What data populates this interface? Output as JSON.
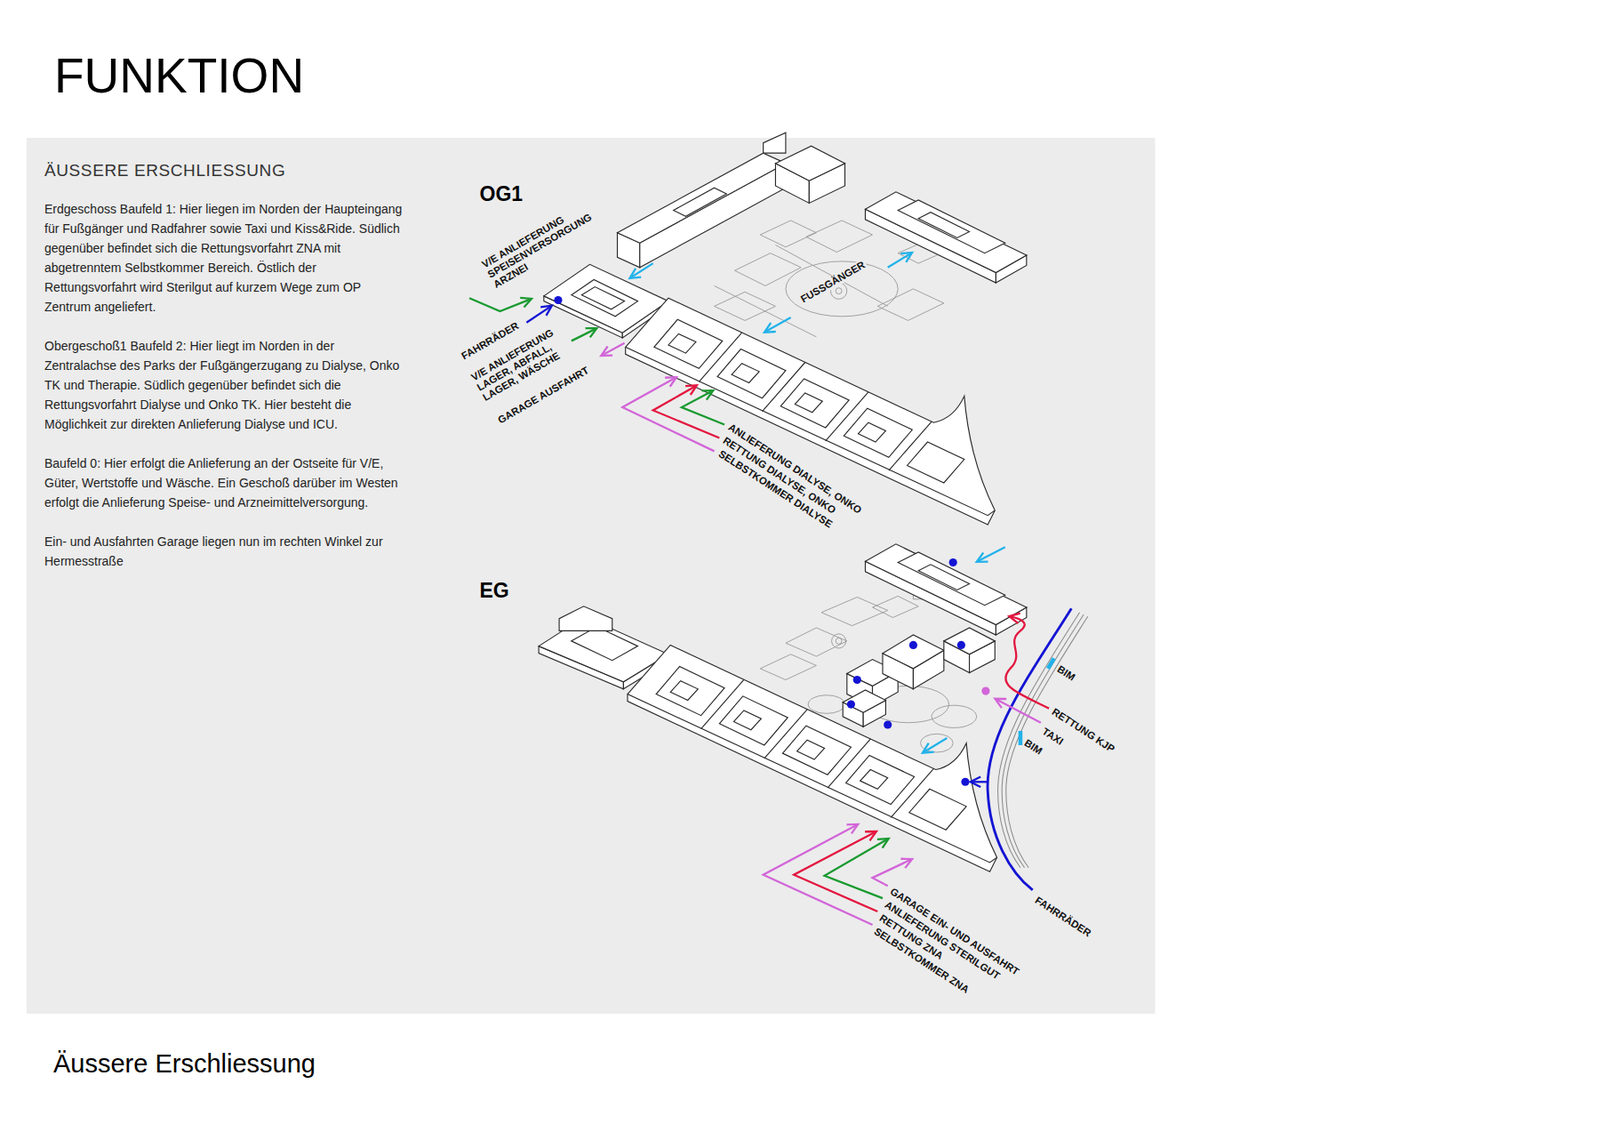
{
  "diagram": {
    "title": "FUNKTION",
    "caption": "Äussere Erschliessung",
    "labels": [
      "ÄUSSERE ERSCHLIESSUNG",
      "Erdgeschoss Baufeld 1: Hier liegen im Norden der Haupteingang für Fußgänger und Radfahrer sowie Taxi und Kiss&Ride. Südlich gegenüber befindet sich die Rettungsvorfahrt ZNA mit abgetrenntem Selbstkommer Bereich. Östlich der Rettungsvorfahrt wird Sterilgut auf kurzem Wege zum OP Zentrum angeliefert.",
      "Obergeschoß1 Baufeld 2: Hier liegt im Norden in der Zentralachse des Parks der Fußgängerzugang zu Dialyse, Onko TK und Therapie. Südlich gegenüber befindet sich die Rettungsvorfahrt Dialyse und Onko TK. Hier besteht die Möglichkeit zur direkten Anlieferung Dialyse und ICU.",
      "Baufeld 0: Hier erfolgt die Anlieferung an der Ostseite für V/E, Güter, Wertstoffe und Wäsche. Ein Geschoß darüber im Westen erfolgt die Anlieferung Speise- und Arzneimittelversorgung.",
      "Ein- und Ausfahrten Garage liegen nun im rechten Winkel zur Hermesstraße",
      "OG1",
      "V/E ANLIEFERUNG SPEISENVERSORGUNG ARZNEI",
      "FAHRRÄDER",
      "V/E ANLIEFERUNG LAGER, ABFALL, LAGER, WÄSCHE",
      "GARAGE AUSFAHRT",
      "FUSSGÄNGER",
      "ANLIEFERUNG DIALYSE, ONKO",
      "RETTUNG DIALYSE, ONKO",
      "SELBSTKOMMER DIALYSE",
      "EG",
      "BIM",
      "RETTUNG KJP",
      "TAXI",
      "BIM",
      "FAHRRÄDER",
      "GARAGE EIN- UND AUSFAHRT",
      "ANLIEFERUNG STERILGUT",
      "RETTUNG ZNA",
      "SELBSTKOMMER ZNA"
    ]
  }
}
